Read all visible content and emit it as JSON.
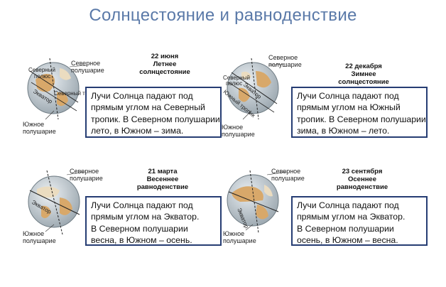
{
  "title": "Солнцестояние  и равноденствие",
  "panels": [
    {
      "date": "22 июня",
      "event_line1": "Летнее",
      "event_line2": "солнцестояние",
      "text": [
        "Лучи Солнца падают под",
        "прямым углом на Северный",
        "тропик. В Северном полушарии",
        "лето, в Южном – зима."
      ],
      "globe_labels": {
        "north_hemisphere": [
          "Северное",
          "полушарие"
        ],
        "south_hemisphere": [
          "Южное",
          "полушарие"
        ],
        "north_pole": [
          "Северный",
          "полюс"
        ],
        "equator": "Экватор",
        "tropic": "Северный тропик"
      }
    },
    {
      "date": "22 декабря",
      "event_line1": "Зимнее",
      "event_line2": "солнцестояние",
      "text": [
        "Лучи Солнца падают под",
        "прямым углом на Южный",
        "тропик. В Северном полушарии",
        "зима, в Южном – лето."
      ],
      "globe_labels": {
        "north_hemisphere": [
          "Северное",
          "полушарие"
        ],
        "south_hemisphere": [
          "Южное",
          "полушарие"
        ],
        "north_pole": [
          "Северный",
          "полюс"
        ],
        "equator": "Экватор",
        "tropic": "Южный тропик"
      }
    },
    {
      "date": "21 марта",
      "event_line1": "Весеннее",
      "event_line2": "равноденствие",
      "text": [
        "Лучи Солнца падают под",
        "прямым углом на Экватор.",
        "В Северном полушарии",
        "весна, в Южном – осень."
      ],
      "globe_labels": {
        "north_hemisphere": [
          "Северное",
          "полушарие"
        ],
        "south_hemisphere": [
          "Южное",
          "полушарие"
        ],
        "equator": "Экватор"
      }
    },
    {
      "date": "23 сентября",
      "event_line1": "Осеннее",
      "event_line2": "равноденствие",
      "text": [
        "Лучи Солнца падают под",
        "прямым углом на Экватор.",
        "В Северном полушарии",
        "осень, в Южном – весна."
      ],
      "globe_labels": {
        "north_hemisphere": [
          "Северное",
          "полушарие"
        ],
        "south_hemisphere": [
          "Южное",
          "полушарие"
        ],
        "equator": "Экватор"
      }
    }
  ],
  "colors": {
    "title": "#5a79a8",
    "box_border": "#263d73",
    "ocean": "#c9d2d9",
    "land": "#d8a86a",
    "land_light": "#ebdcc0"
  }
}
